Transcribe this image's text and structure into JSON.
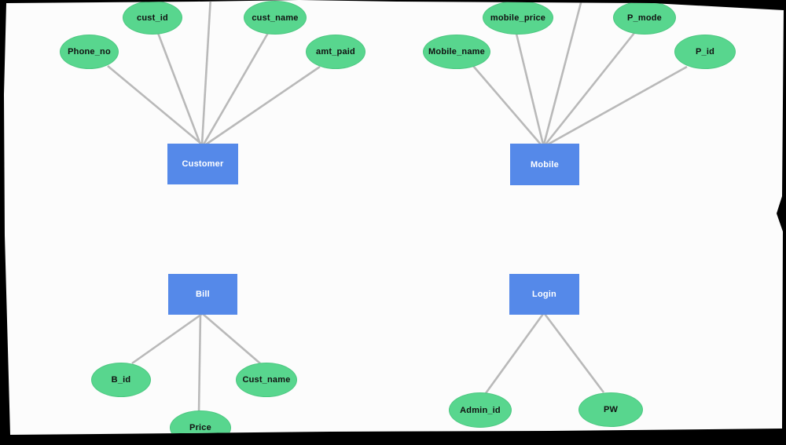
{
  "diagram": {
    "title": "ER diagram with entities and attributes",
    "colors": {
      "entity_fill": "#5589e9",
      "entity_text": "#ffffff",
      "attribute_fill": "#58d68e",
      "attribute_text": "#111111",
      "connector_line": "#b9b9b9",
      "page_background": "#fcfcfc",
      "frame_background": "#000000"
    },
    "groups": [
      {
        "entity": {
          "label": "Customer"
        },
        "attributes": [
          {
            "label": "Phone_no"
          },
          {
            "label": "cust_id"
          },
          {
            "label": "cust_name"
          },
          {
            "label": "amt_paid"
          }
        ]
      },
      {
        "entity": {
          "label": "Mobile"
        },
        "attributes": [
          {
            "label": "Mobile_name"
          },
          {
            "label": "mobile_price"
          },
          {
            "label": "P_mode"
          },
          {
            "label": "P_id"
          }
        ]
      },
      {
        "entity": {
          "label": "Bill"
        },
        "attributes": [
          {
            "label": "B_id"
          },
          {
            "label": "Price"
          },
          {
            "label": "Cust_name"
          }
        ]
      },
      {
        "entity": {
          "label": "Login"
        },
        "attributes": [
          {
            "label": "Admin_id"
          },
          {
            "label": "PW"
          }
        ]
      }
    ]
  }
}
